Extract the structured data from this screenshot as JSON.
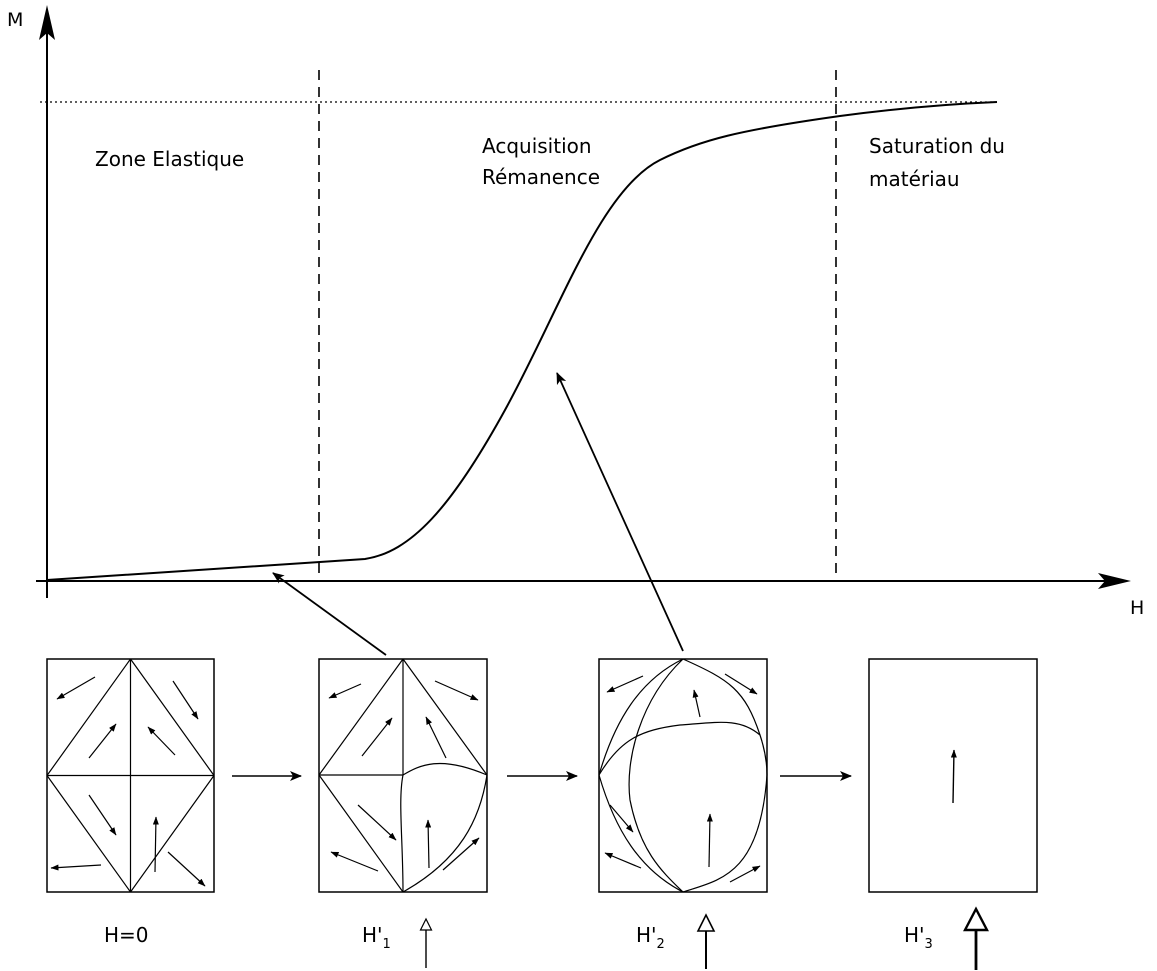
{
  "axes": {
    "y_label": "M",
    "x_label": "H"
  },
  "zones": {
    "elastic": [
      "Zone Elastique"
    ],
    "remanence": [
      "Acquisition",
      "Rémanence"
    ],
    "saturation": [
      "Saturation du",
      "matériau"
    ]
  },
  "domains": {
    "labels": [
      {
        "main": "H=0",
        "sub": ""
      },
      {
        "main": "H'",
        "sub": "1"
      },
      {
        "main": "H'",
        "sub": "2"
      },
      {
        "main": "H'",
        "sub": "3"
      }
    ]
  },
  "applied_field_arrows": {
    "relative_strength": [
      1,
      2,
      3
    ]
  }
}
